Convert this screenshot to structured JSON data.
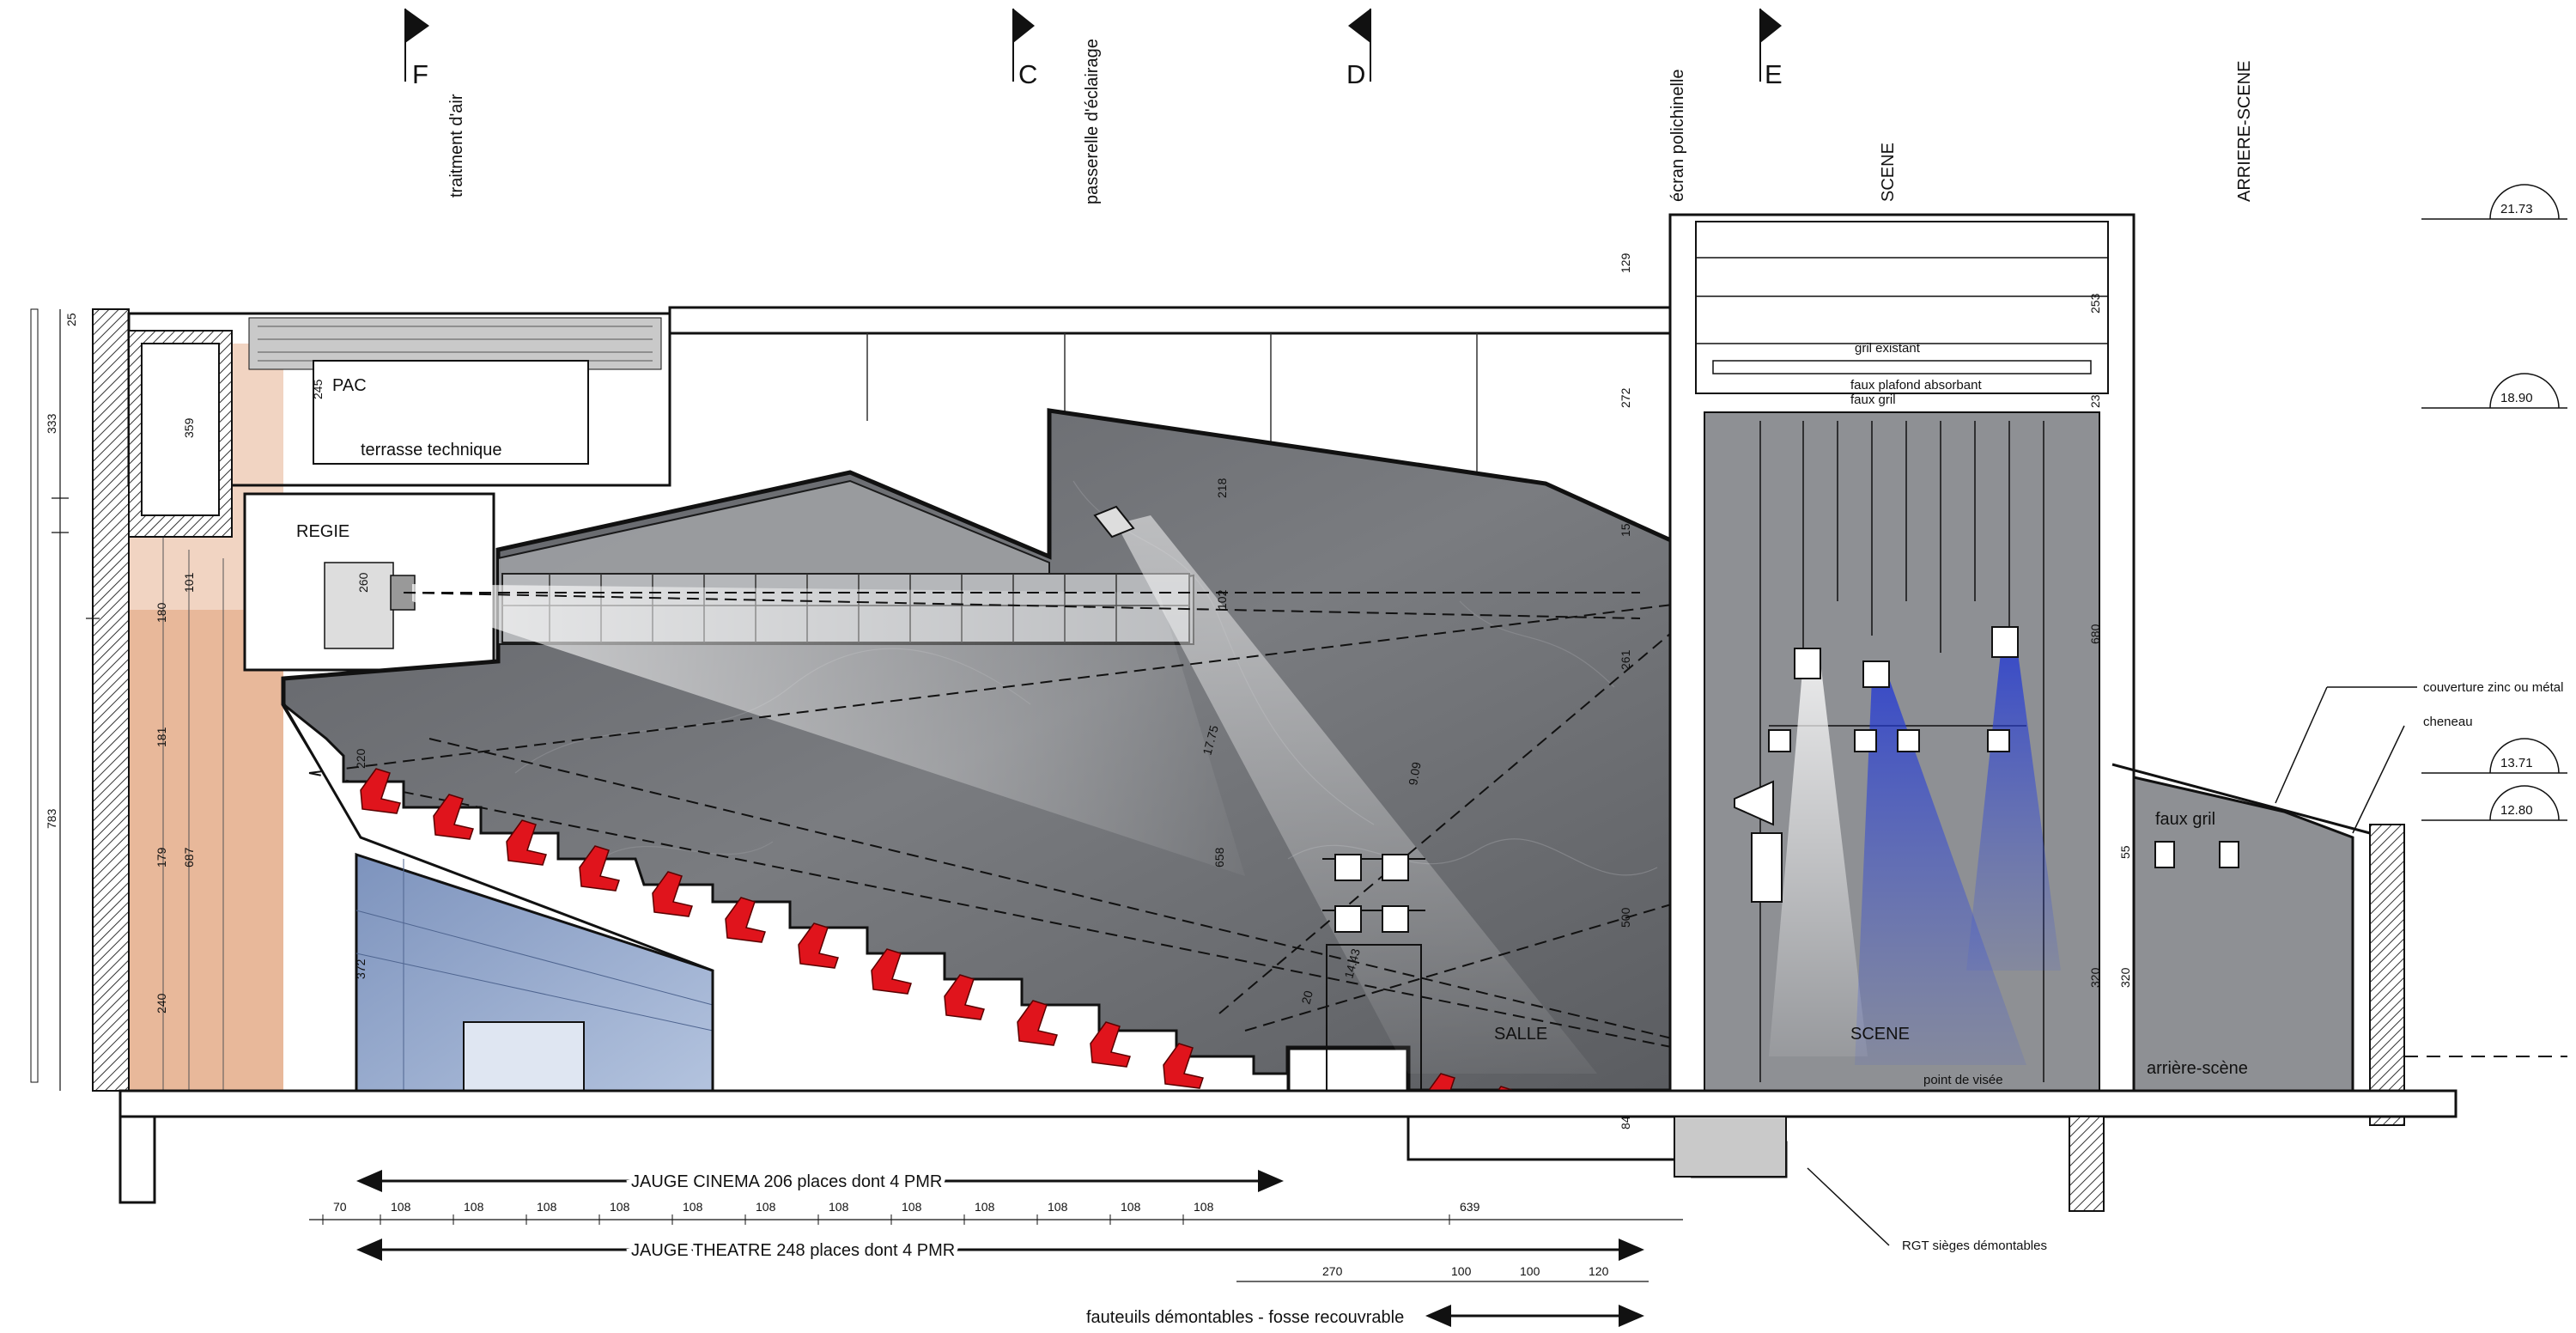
{
  "axes": [
    {
      "id": "F",
      "label": "F"
    },
    {
      "id": "C",
      "label": "C"
    },
    {
      "id": "D",
      "label": "D"
    },
    {
      "id": "E",
      "label": "E"
    }
  ],
  "vertical_labels": {
    "air": "traitment d'air",
    "catwalk": "passerelle d'éclairage",
    "screen": "écran polichinelle",
    "stage": "SCENE",
    "backstage": "ARRIERE-SCENE"
  },
  "levels": [
    "21.73",
    "18.90",
    "13.71",
    "12.80"
  ],
  "room_labels": {
    "pac": "PAC",
    "terrace": "terrasse technique",
    "regie": "REGIE",
    "salle": "SALLE",
    "scene": "SCENE",
    "arriere_scene": "arrière-scène",
    "faux_gril_small": "faux gril",
    "faux_gril_back": "faux gril",
    "gril_existant": "gril existant",
    "faux_plafond": "faux plafond absorbant",
    "point_visee": "point de visée"
  },
  "annotations": {
    "zinc": "couverture zinc ou métal",
    "cheneau": "cheneau",
    "rgt": "RGT sièges démontables"
  },
  "dimension_texts": {
    "left": [
      "333",
      "783",
      "359",
      "180",
      "181",
      "179",
      "687",
      "240",
      "101",
      "25"
    ],
    "inner": [
      "245",
      "260",
      "220",
      "372",
      "218",
      "102",
      "261",
      "17.75",
      "9.09",
      "14.43",
      "20",
      "658",
      "500",
      "84",
      "129",
      "272",
      "15",
      "253",
      "23",
      "680",
      "320",
      "55",
      "320"
    ]
  },
  "capacity": {
    "cinema": "JAUGE CINEMA 206 places dont 4 PMR",
    "theatre": "JAUGE THEATRE 248 places dont 4 PMR",
    "fauteuils": "fauteuils démontables - fosse recouvrable"
  },
  "row_dims": [
    "70",
    "108",
    "108",
    "108",
    "108",
    "108",
    "108",
    "108",
    "108",
    "108",
    "108",
    "108",
    "108",
    "639"
  ],
  "row_dims2": [
    "270",
    "100",
    "100",
    "120"
  ],
  "colors": {
    "seat_red": "#e0141c",
    "concrete": "#6d6f73",
    "facade": "#e8b89a",
    "blue_light": "#2f49d9",
    "glass_blue": "#8fa4c9"
  }
}
